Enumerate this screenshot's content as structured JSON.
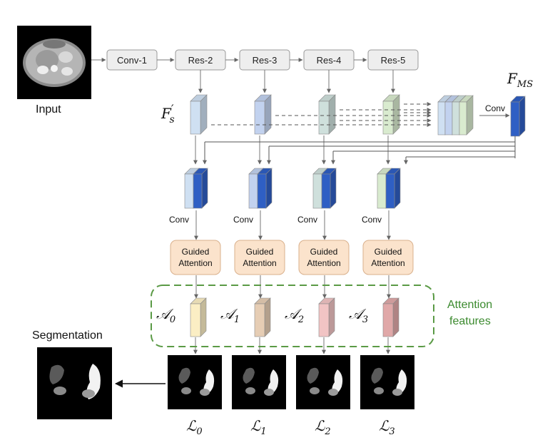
{
  "input": {
    "label": "Input"
  },
  "backbone": {
    "blocks": [
      "Conv-1",
      "Res-2",
      "Res-3",
      "Res-4",
      "Res-5"
    ]
  },
  "features": {
    "fs_label": "F",
    "fs_prime": "′",
    "fs_sub": "s",
    "fms_label": "F",
    "fms_sub": "MS",
    "conv_fms_label": "Conv"
  },
  "branches": {
    "conv_label": "Conv",
    "guided_line1": "Guided",
    "guided_line2": "Attention",
    "attention_sym": "𝒜",
    "attention_subs": [
      "0",
      "1",
      "2",
      "3"
    ],
    "loss_sym": "ℒ",
    "loss_subs": [
      "0",
      "1",
      "2",
      "3"
    ]
  },
  "attention_group": {
    "line1": "Attention",
    "line2": "features"
  },
  "output": {
    "label": "Segmentation"
  },
  "colors": {
    "block_fill": "#eeeeee",
    "block_stroke": "#999999",
    "guided_fill": "#fbe3cc",
    "guided_stroke": "#d9b08c",
    "group_dash": "#5a9a45",
    "blue_dark": "#2f5fc4",
    "att_colors": [
      "#fbeec4",
      "#e6cdb4",
      "#f1c4c4",
      "#e0a8a8"
    ],
    "feat_colors": [
      "#cfe0f2",
      "#c2d2ef",
      "#cfe0dc",
      "#d9ebcf"
    ]
  }
}
